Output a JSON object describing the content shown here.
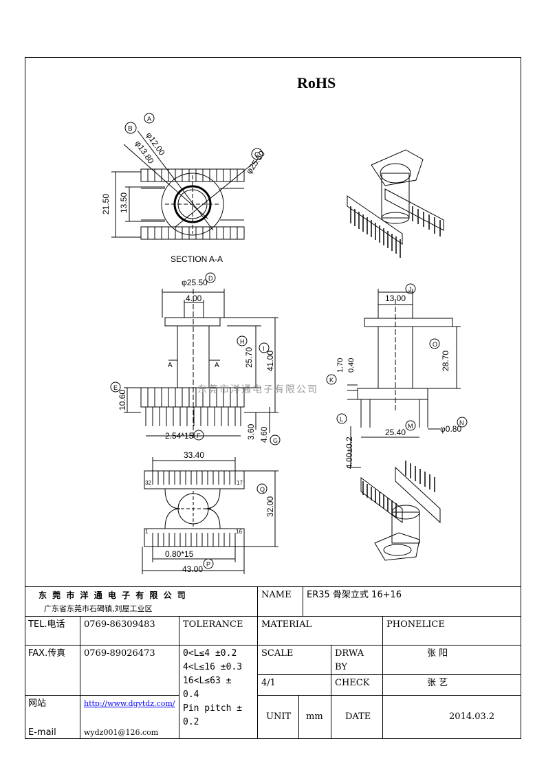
{
  "header": {
    "rohs": "RoHS"
  },
  "drawing": {
    "callouts": [
      "A",
      "B",
      "C",
      "D",
      "E",
      "F",
      "G",
      "H",
      "I",
      "J",
      "K",
      "L",
      "M",
      "N",
      "O",
      "P",
      "Q"
    ],
    "section_label": "SECTION A-A",
    "watermark": "东莞市洋通电子有限公司",
    "dims": {
      "d12": "φ12.00",
      "d1380": "φ13.80",
      "d2550a": "φ25.50",
      "h2150": "21.50",
      "h1350": "13.50",
      "d2550b": "φ25.50",
      "w400": "4.00",
      "h2570": "25.70",
      "h4100": "41.00",
      "h1060": "10.60",
      "h360": "3.60",
      "h460": "4.60",
      "pitch": "2.54*15",
      "w1300": "13.00",
      "h2870": "28.70",
      "h170": "1.70",
      "h040": "0.40",
      "h400": "4.00±0.2",
      "w2540": "25.40",
      "d080": "φ0.80",
      "w3340": "33.40",
      "h3200": "32.00",
      "w080x15": "0.80*15",
      "w4300": "43.00",
      "pin32": "32",
      "pin17": "17",
      "pin1": "1",
      "pin16": "16",
      "secA": "A"
    }
  },
  "title_block": {
    "company": "东 莞 市 洋 通 电 子 有 限 公 司",
    "address": "广东省东莞市石碣镇,刘屋工业区",
    "name_label": "NAME",
    "name_value": "ER35 骨架立式 16+16",
    "tel_label": "TEL.电话",
    "tel_value": "0769-86309483",
    "tolerance_label": "TOLERANCE",
    "material_label": "MATERIAL",
    "material_value": "PHONELICE",
    "fax_label": "FAX.传真",
    "fax_value": "0769-89026473",
    "tol_lines": [
      "0<L≤4  ±0.2",
      "4<L≤16 ±0.3",
      "16<L≤63 ±",
      "0.4",
      "Pin pitch ±",
      "0.2"
    ],
    "scale_label": "SCALE",
    "scale_value": "4/1",
    "drawn_label_1": "DRWA",
    "drawn_label_2": "BY",
    "drawn_value": "张 阳",
    "check_label": "CHECK",
    "check_value": "张 艺",
    "web_label": "网站",
    "web_value": "http://www.dgytdz.com/",
    "email_label": "E-mail",
    "email_value": "wydz001@126.com",
    "unit_label": "UNIT",
    "unit_value": "mm",
    "date_label": "DATE",
    "date_value": "2014.03.2"
  }
}
